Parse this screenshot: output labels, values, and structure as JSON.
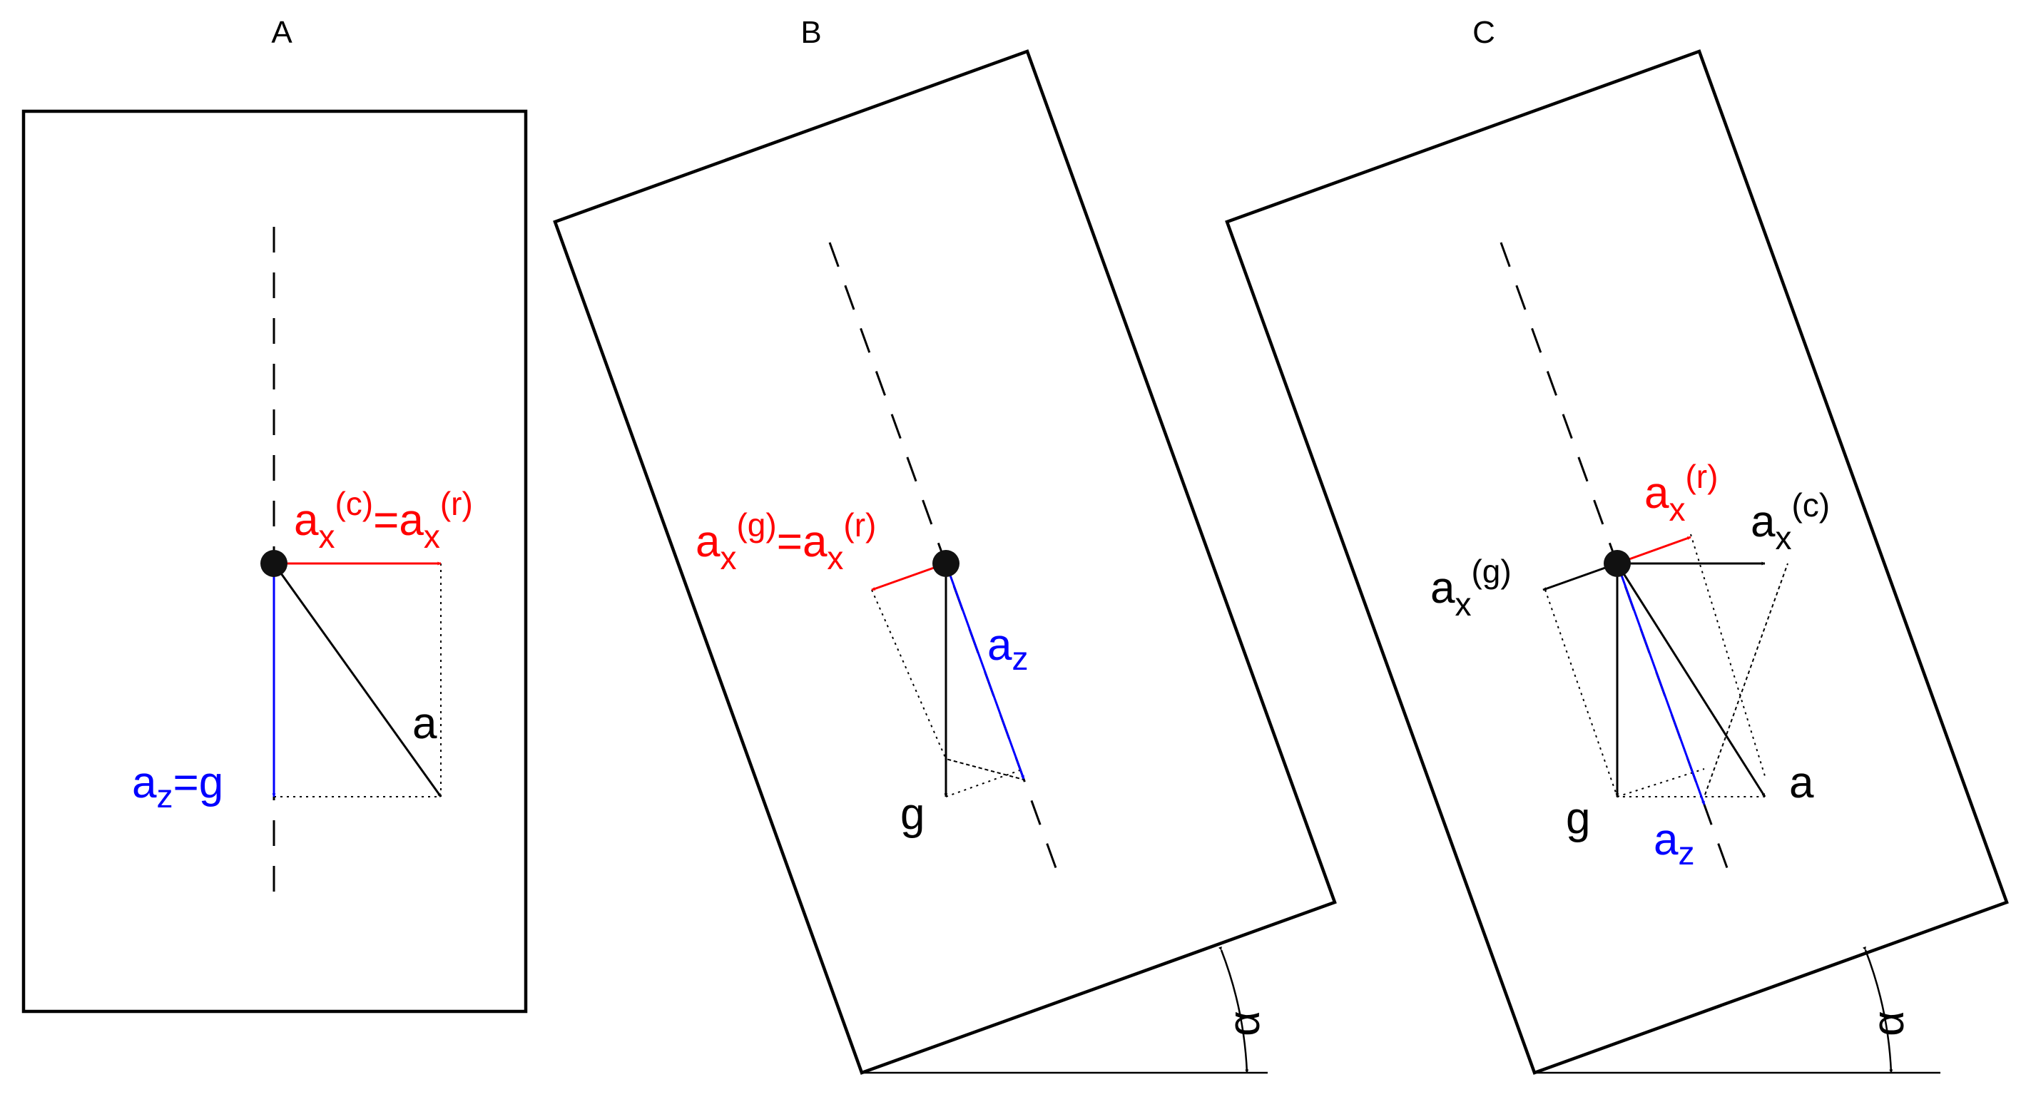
{
  "panels": [
    {
      "letter": "A",
      "labels": {
        "ax_c": "a",
        "ax_c_sub": "x",
        "ax_c_sup": "(c)",
        "eq": "=",
        "ax_r": "a",
        "ax_r_sub": "x",
        "ax_r_sup": "(r)",
        "a": "a",
        "az": "a",
        "az_sub": "z",
        "az_eq": "=g"
      }
    },
    {
      "letter": "B",
      "labels": {
        "ax_g": "a",
        "ax_g_sub": "x",
        "ax_g_sup": "(g)",
        "eq": "=",
        "ax_r": "a",
        "ax_r_sub": "x",
        "ax_r_sup": "(r)",
        "az": "a",
        "az_sub": "z",
        "g": "g",
        "alpha": "α"
      }
    },
    {
      "letter": "C",
      "labels": {
        "ax_r": "a",
        "ax_r_sub": "x",
        "ax_r_sup": "(r)",
        "ax_c": "a",
        "ax_c_sub": "x",
        "ax_c_sup": "(c)",
        "ax_g": "a",
        "ax_g_sub": "x",
        "ax_g_sup": "(g)",
        "g": "g",
        "a": "a",
        "az": "a",
        "az_sub": "z",
        "alpha": "α"
      }
    }
  ],
  "colors": {
    "gravity_related": "#000000",
    "radial": "#ff0000",
    "vertical_axis": "#0000ff"
  }
}
